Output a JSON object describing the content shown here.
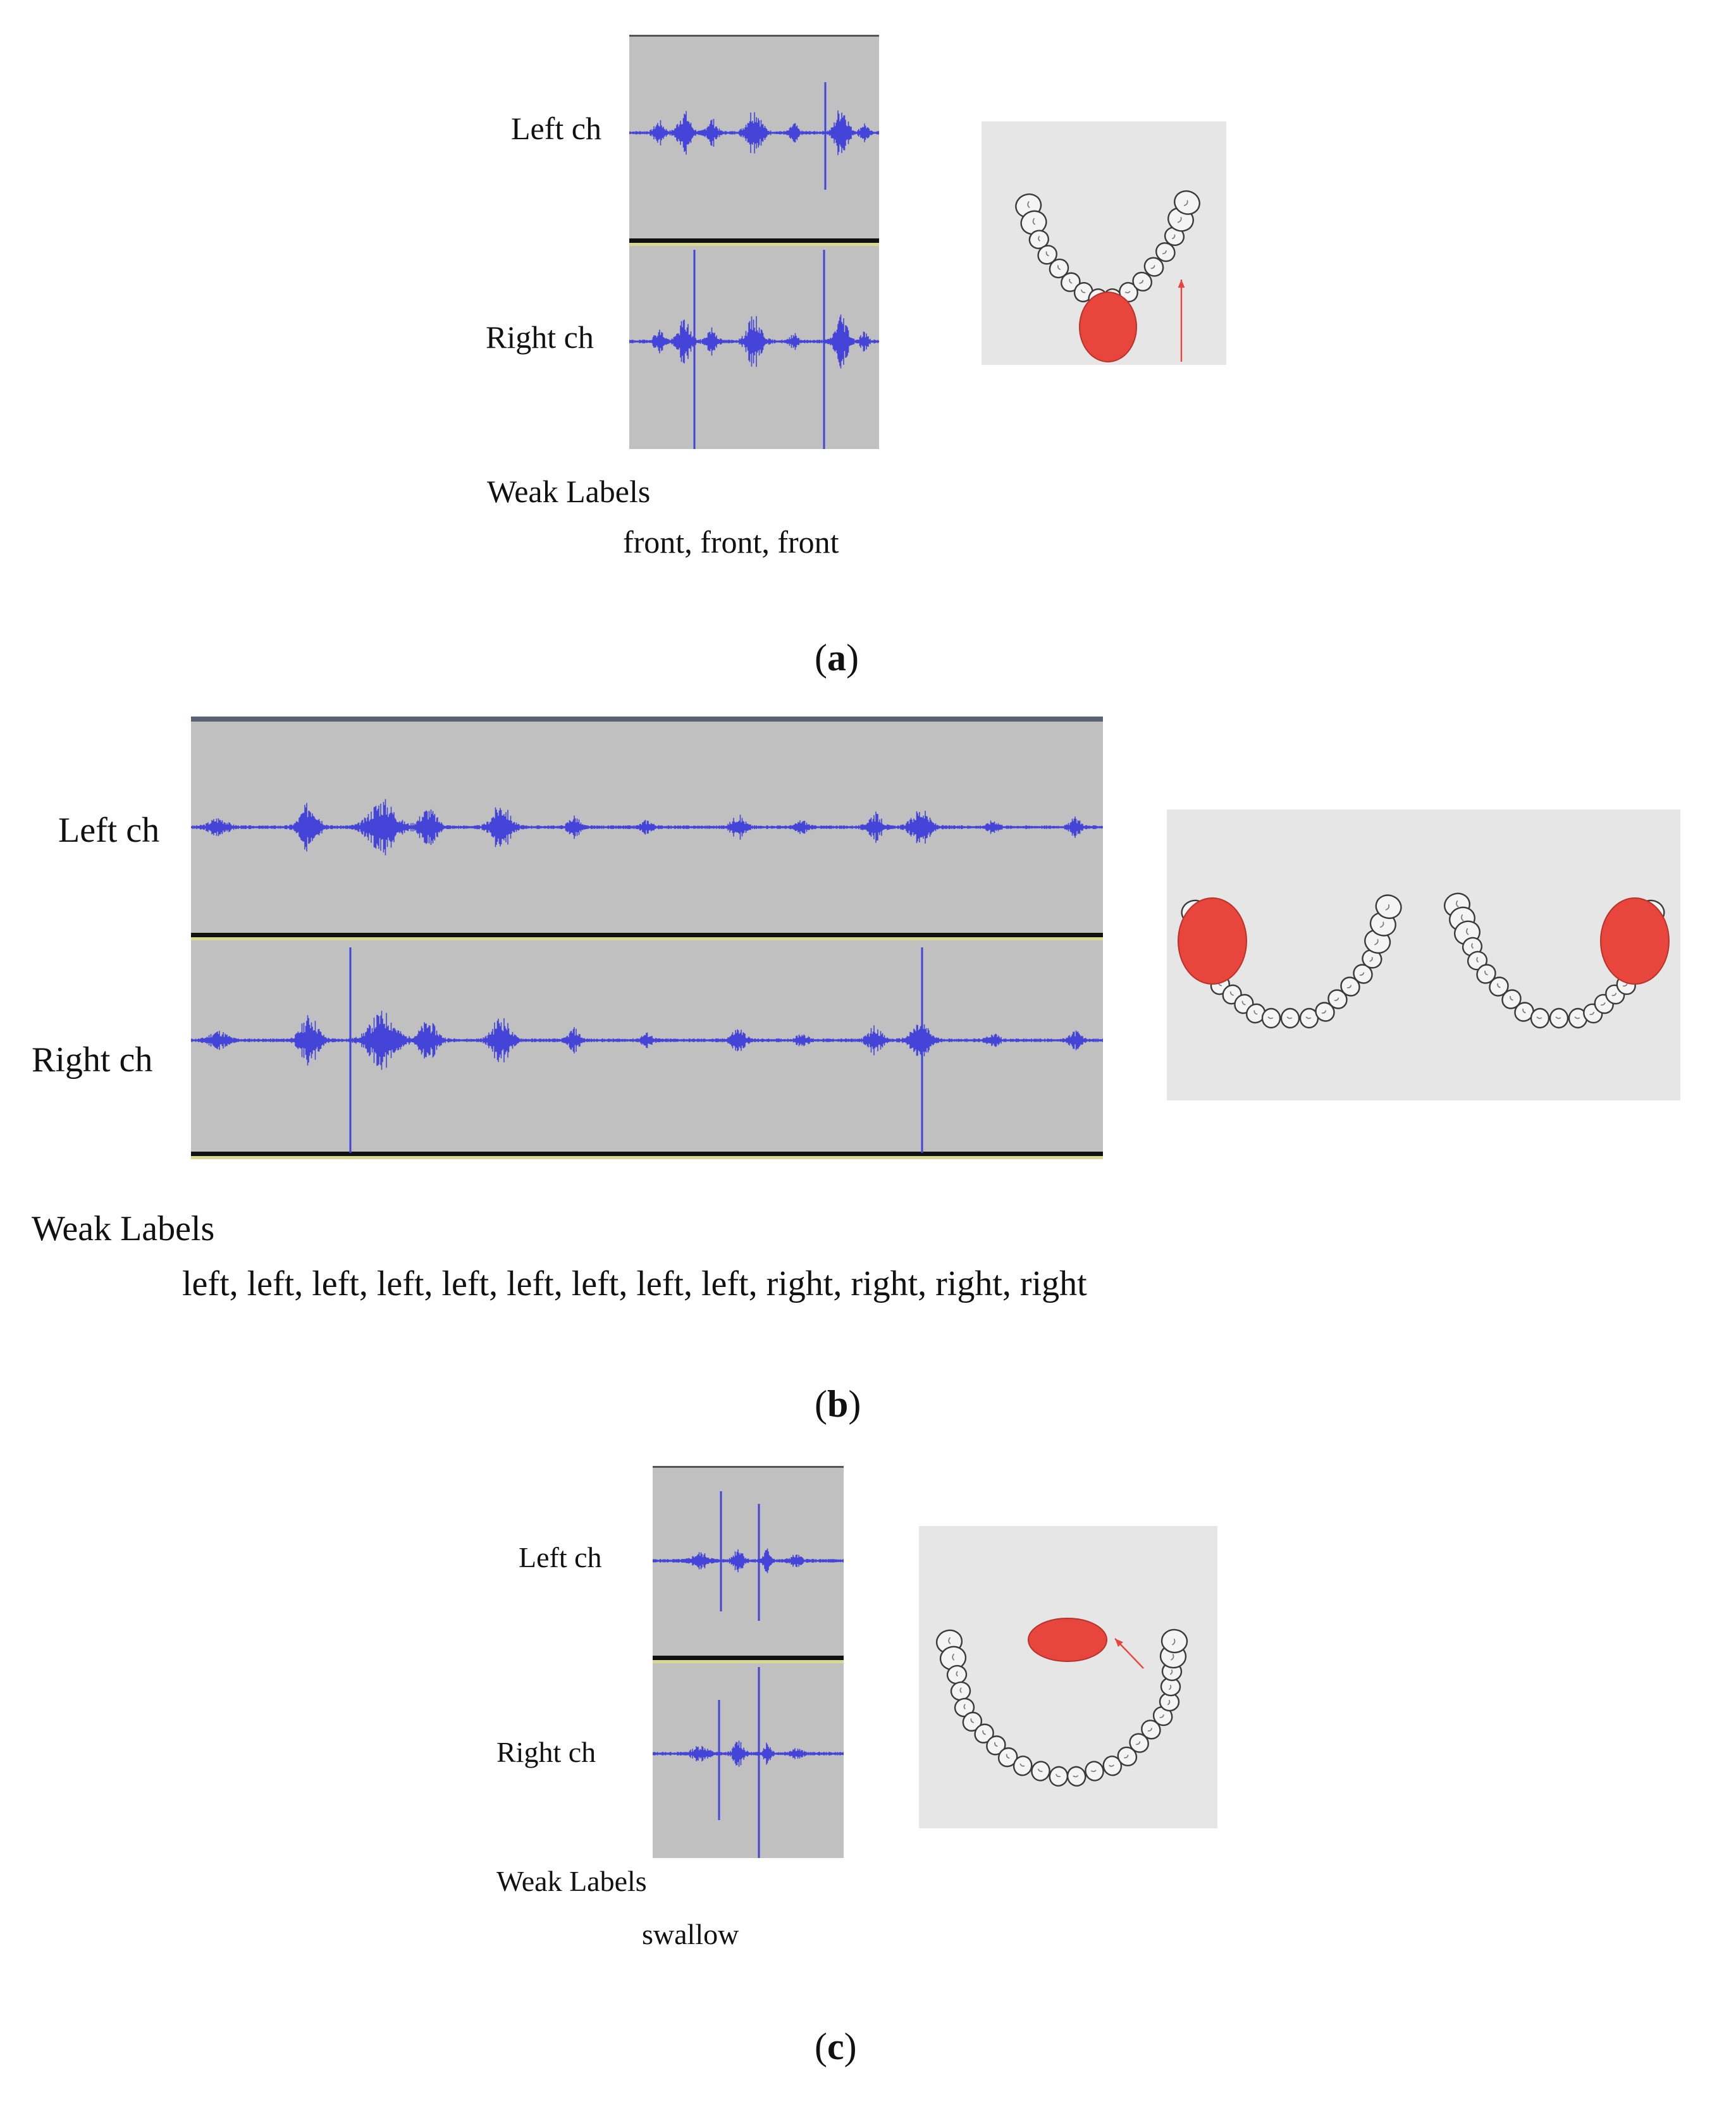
{
  "colors": {
    "panel_gray": "#c0c0c0",
    "wave_blue": "#4444d8",
    "jaw_bg": "#e6e6e6",
    "food_red": "#e8453c",
    "divider_yellow": "#d8d890"
  },
  "panels": [
    {
      "id": "a",
      "left_label": "Left ch",
      "right_label": "Right ch",
      "weak_labels_title": "Weak Labels",
      "weak_labels": "front, front, front",
      "caption_letter": "a",
      "food_position": "front",
      "arrow": true
    },
    {
      "id": "b",
      "left_label": "Left ch",
      "right_label": "Right ch",
      "weak_labels_title": "Weak Labels",
      "weak_labels": "left, left, left, left, left, left, left, left, left, right, right, right, right",
      "caption_letter": "b",
      "food_position": "left and right",
      "arrow": false
    },
    {
      "id": "c",
      "left_label": "Left ch",
      "right_label": "Right ch",
      "weak_labels_title": "Weak Labels",
      "weak_labels": "swallow",
      "caption_letter": "c",
      "food_position": "throat",
      "arrow": true
    }
  ]
}
